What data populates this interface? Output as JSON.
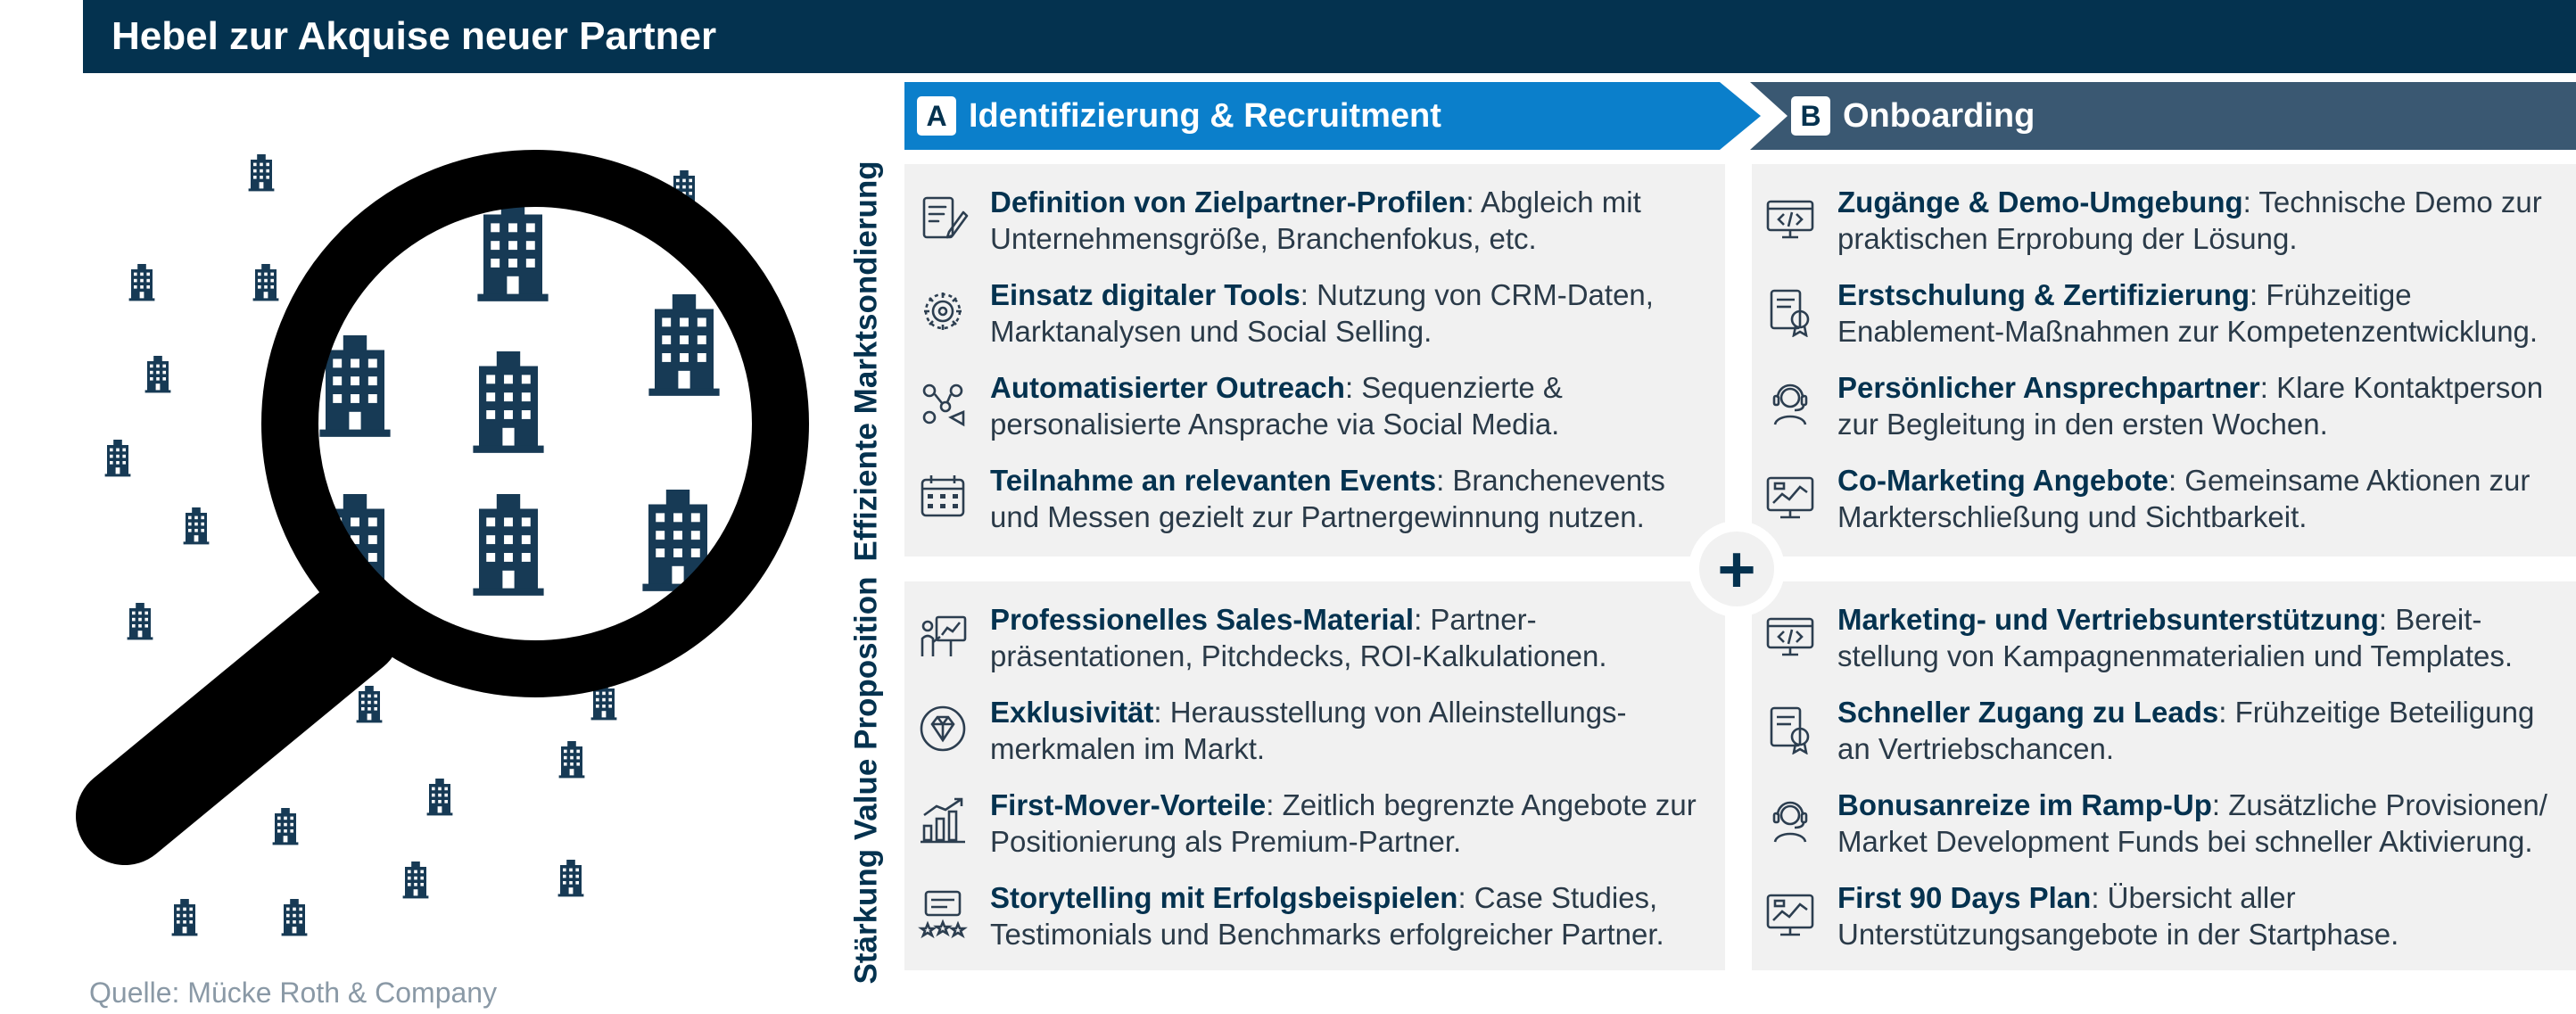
{
  "title": "Hebel zur Akquise neuer Partner",
  "source": "Quelle: Mücke Roth & Company",
  "columns": {
    "a": {
      "badge": "A",
      "label": "Identifizierung & Recruitment"
    },
    "b": {
      "badge": "B",
      "label": "Onboarding"
    }
  },
  "rows": {
    "r1": "Effiziente Marktsondierung",
    "r2": "Stärkung Value Proposition"
  },
  "plus": "+",
  "panels": {
    "a1": [
      {
        "icon": "profile-edit-icon",
        "bold": "Definition von Zielpartner-Profilen",
        "text": ": Abgleich mit Unternehmensgröße, Branchenfokus, etc."
      },
      {
        "icon": "gear-settings-icon",
        "bold": "Einsatz digitaler Tools",
        "text": ": Nutzung von CRM-Daten, Marktanalysen und Social Selling."
      },
      {
        "icon": "social-outreach-icon",
        "bold": "Automatisierter Outreach",
        "text": ": Sequenzierte & personalisierte Ansprache via Social Media."
      },
      {
        "icon": "calendar-icon",
        "bold": "Teilnahme an relevanten Events",
        "text": ": Branchenevents und Messen gezielt zur Partnergewinnung nutzen."
      }
    ],
    "b1": [
      {
        "icon": "code-monitor-icon",
        "bold": "Zugänge & Demo-Umgebung",
        "text": ": Technische Demo zur praktischen Erprobung der Lösung."
      },
      {
        "icon": "certificate-icon",
        "bold": "Erstschulung & Zertifizierung",
        "text": ": Frühzeitige Enablement-Maßnahmen zur Kompetenzentwicklung."
      },
      {
        "icon": "support-agent-icon",
        "bold": "Persönlicher Ansprechpartner",
        "text": ": Klare Kontaktperson zur Begleitung in den ersten Wochen."
      },
      {
        "icon": "analytics-board-icon",
        "bold": "Co-Marketing Angebote",
        "text": ": Gemeinsame Aktionen zur Markterschließung und Sichtbarkeit."
      }
    ],
    "a2": [
      {
        "icon": "presentation-icon",
        "bold": "Professionelles Sales-Material",
        "text": ": Partner-präsentationen, Pitchdecks, ROI-Kalkulationen."
      },
      {
        "icon": "diamond-icon",
        "bold": "Exklusivität",
        "text": ": Herausstellung von Alleinstellungs-merkmalen im Markt."
      },
      {
        "icon": "growth-chart-icon",
        "bold": "First-Mover-Vorteile",
        "text": ": Zeitlich begrenzte Angebote zur Positionierung als Premium-Partner."
      },
      {
        "icon": "review-stars-icon",
        "bold": "Storytelling mit Erfolgsbeispielen",
        "text": ": Case Studies, Testimonials und Benchmarks erfolgreicher Partner."
      }
    ],
    "b2": [
      {
        "icon": "code-monitor-icon",
        "bold": "Marketing- und Vertriebsunterstützung",
        "text": ": Bereit-stellung von Kampagnenmaterialien und Templates."
      },
      {
        "icon": "certificate-icon",
        "bold": "Schneller Zugang zu Leads",
        "text": ": Frühzeitige Beteiligung an Vertriebschancen."
      },
      {
        "icon": "support-agent-icon",
        "bold": "Bonusanreize im Ramp-Up",
        "text": ": Zusätzliche Provisionen/ Market Development Funds bei schneller Aktivierung."
      },
      {
        "icon": "analytics-board-icon",
        "bold": "First 90 Days Plan",
        "text": ": Übersicht aller Unterstützungsangebote in der Startphase."
      }
    ]
  }
}
